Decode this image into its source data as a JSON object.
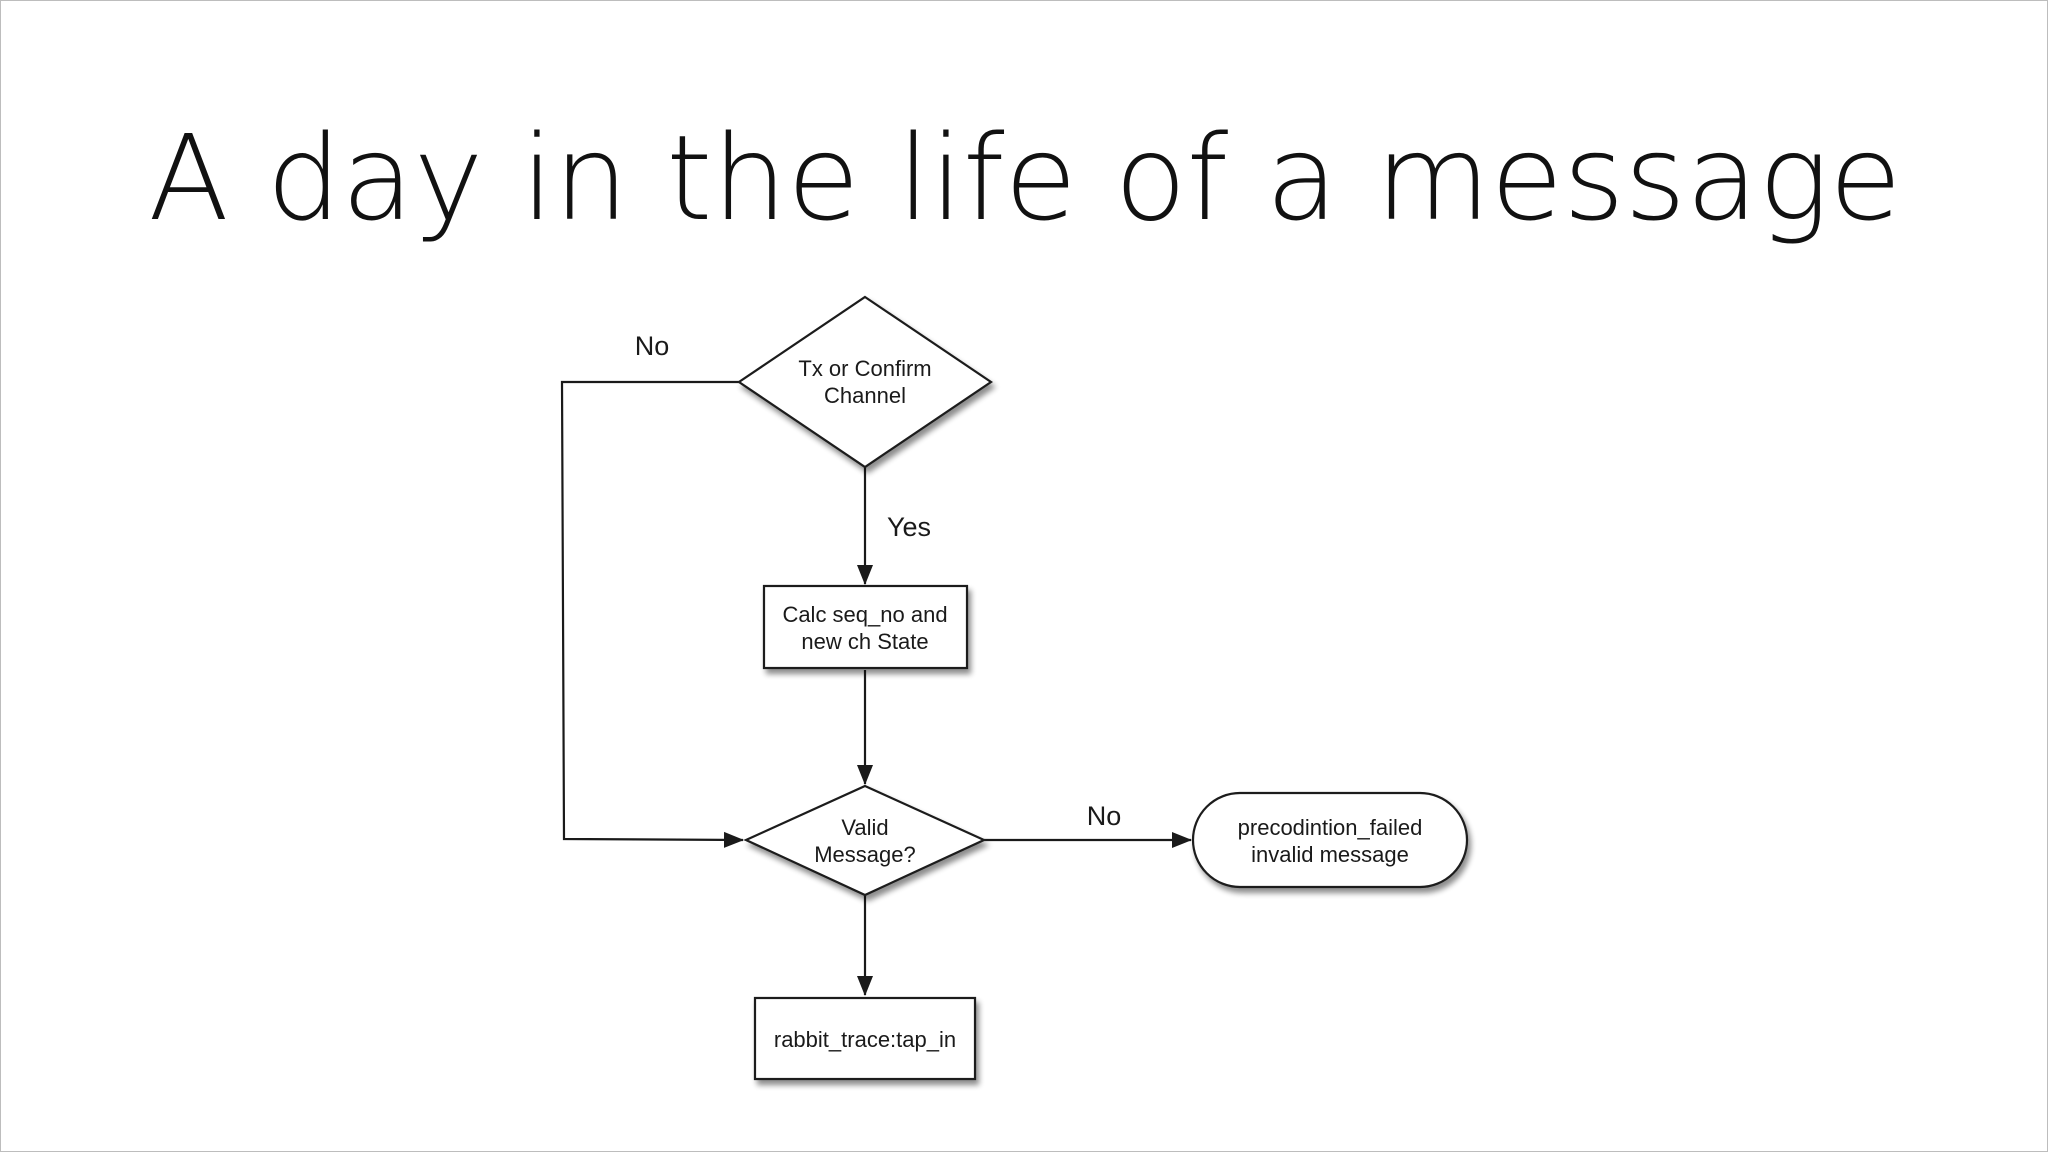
{
  "slide": {
    "title": "A day in the life of a message"
  },
  "flowchart": {
    "nodes": {
      "decision_channel": {
        "line1": "Tx or Confirm",
        "line2": "Channel"
      },
      "process_calc": {
        "line1": "Calc seq_no and",
        "line2": "new ch State"
      },
      "decision_valid": {
        "line1": "Valid",
        "line2": "Message?"
      },
      "terminal_failed": {
        "line1": "precodintion_failed",
        "line2": "invalid message"
      },
      "process_trace": {
        "label": "rabbit_trace:tap_in"
      }
    },
    "edges": {
      "channel_no": "No",
      "channel_yes": "Yes",
      "valid_no": "No"
    }
  },
  "colors": {
    "stroke": "#1a1a1a",
    "node_fill": "#ffffff",
    "shadow": "#9a9a9a"
  }
}
